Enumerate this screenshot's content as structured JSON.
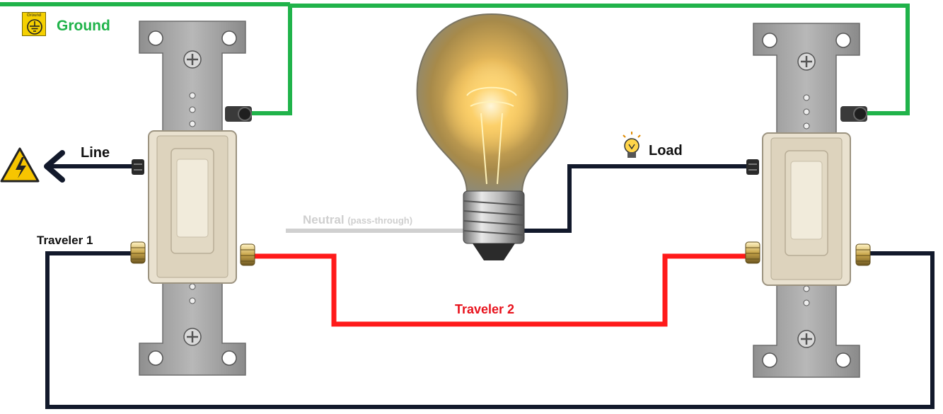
{
  "labels": {
    "ground": "Ground",
    "ground_icon_text": "Ground",
    "line": "Line",
    "load": "Load",
    "neutral": "Neutral",
    "neutral_note": "(pass-through)",
    "traveler1": "Traveler 1",
    "traveler2": "Traveler 2"
  },
  "colors": {
    "ground_wire": "#20b34a",
    "hot_wire": "#12192b",
    "traveler2_wire": "#ff1a1a",
    "neutral_wire": "#d0d0d0",
    "hazard_yellow": "#f7c500",
    "switch_metal": "#a5a5a5",
    "switch_body": "#e9e1cf"
  },
  "icons": [
    "ground-icon",
    "high-voltage-warning-icon",
    "light-bulb-icon",
    "arrow-left-icon"
  ]
}
